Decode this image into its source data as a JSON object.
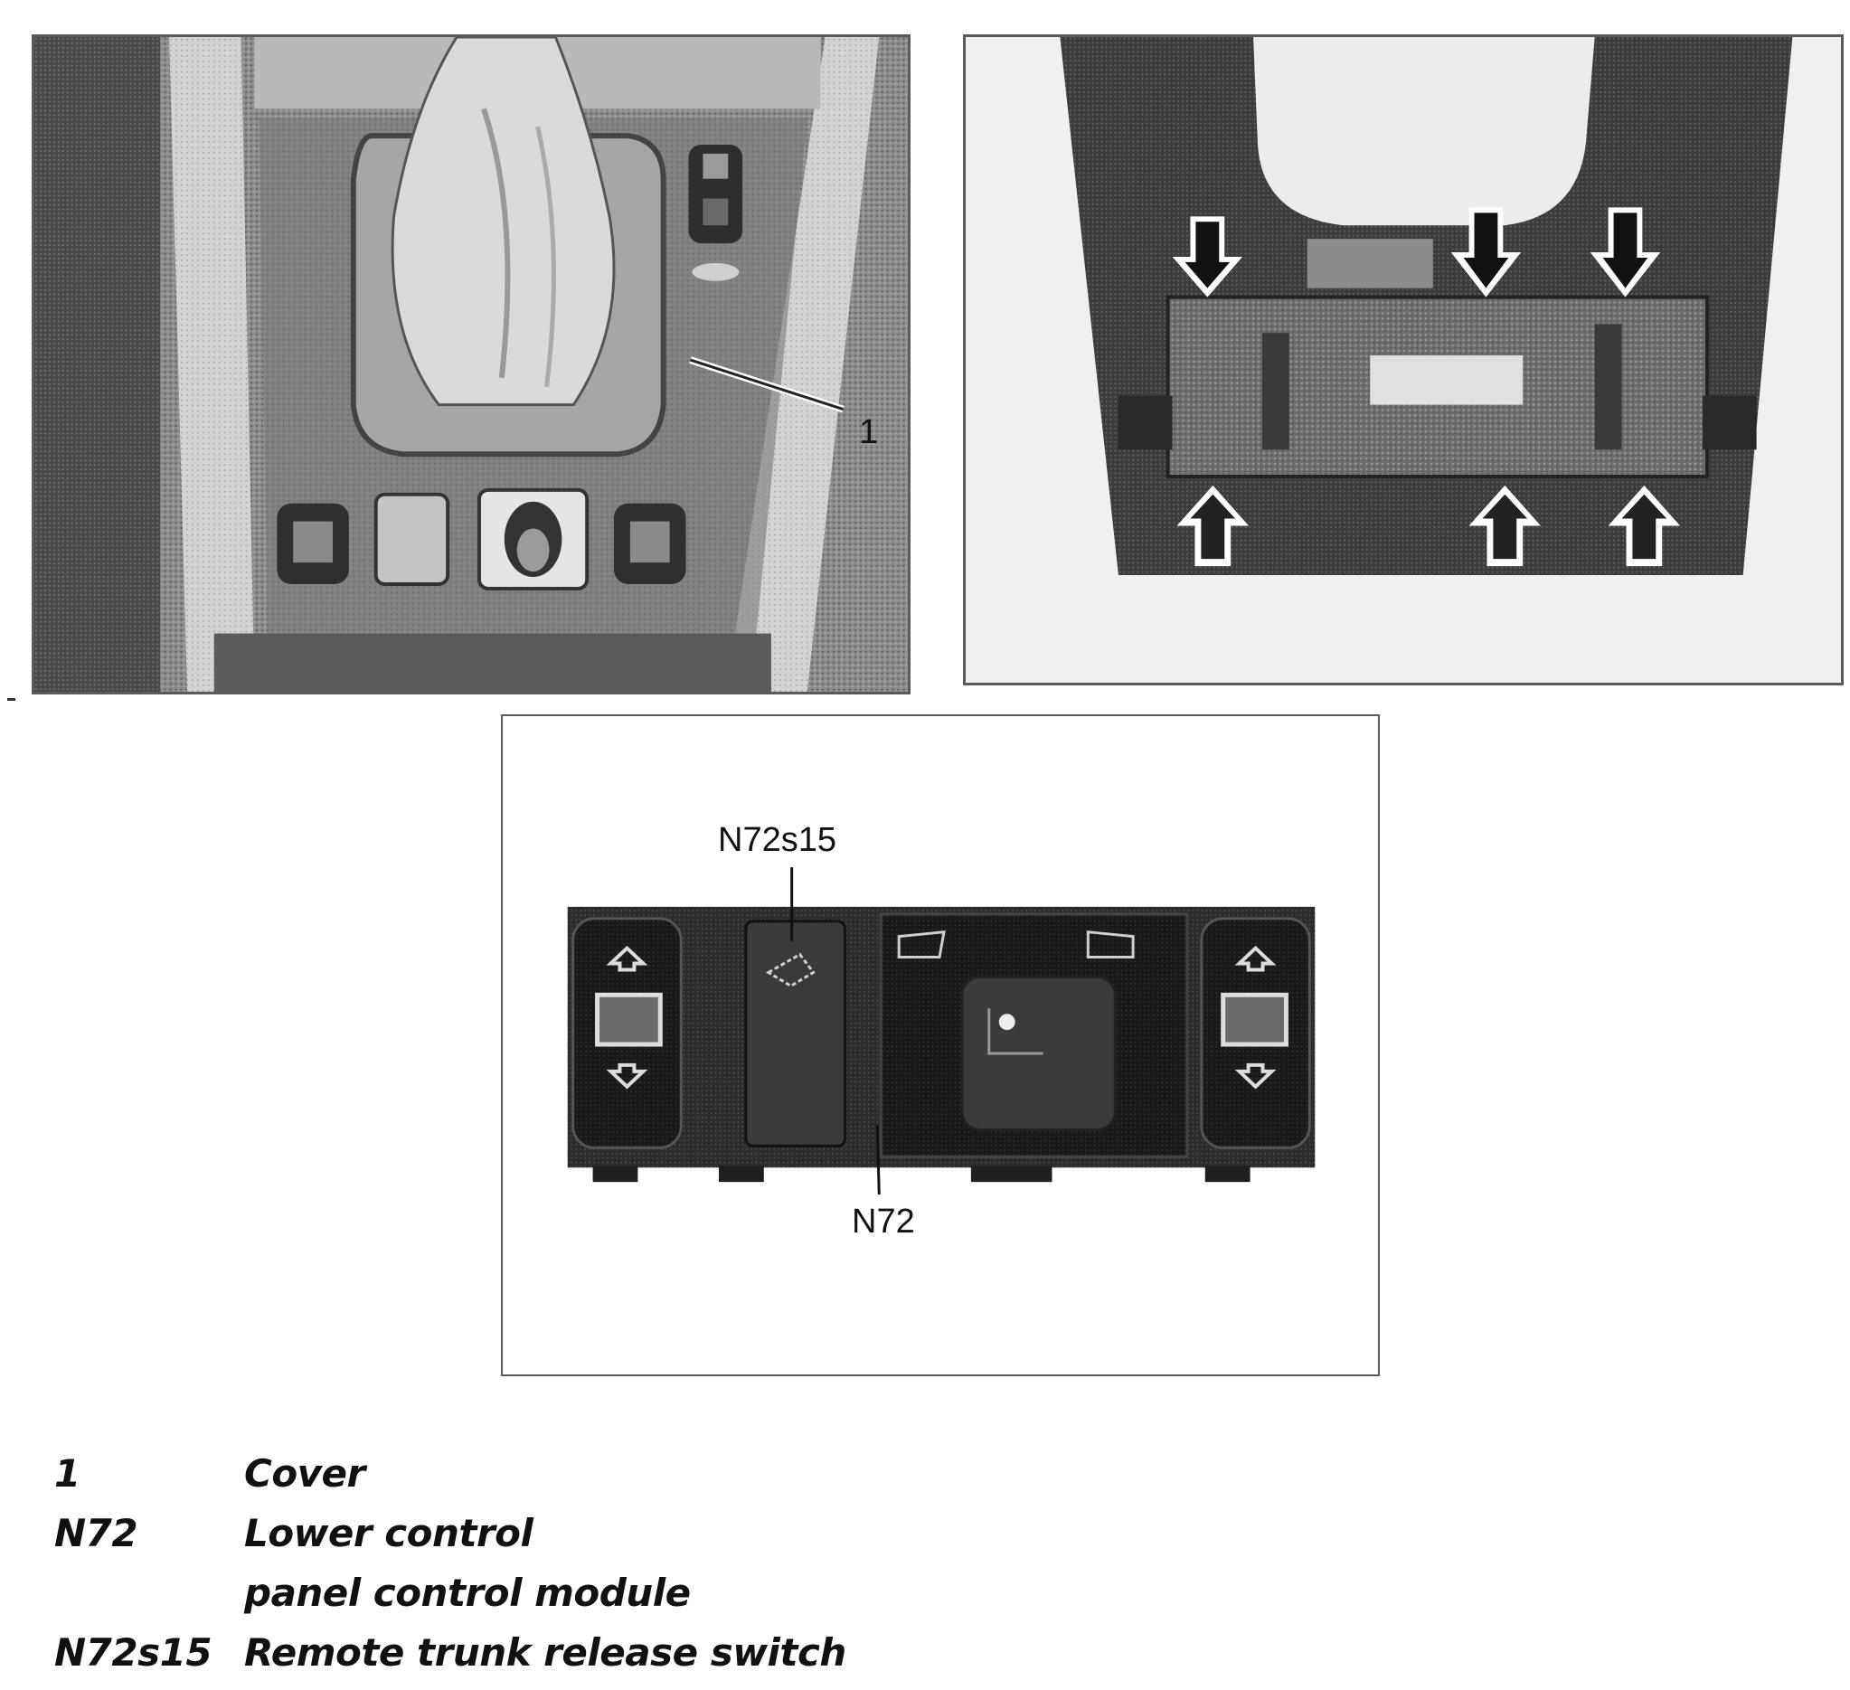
{
  "figure1": {
    "callout": "1"
  },
  "figure2": {},
  "figure3": {
    "callout_top": "N72s15",
    "callout_bottom": "N72"
  },
  "legend": [
    {
      "key": "1",
      "description": [
        "Cover"
      ]
    },
    {
      "key": "N72",
      "description": [
        "Lower control",
        "panel control module"
      ]
    },
    {
      "key": "N72s15",
      "description": [
        "Remote trunk release switch"
      ]
    }
  ]
}
